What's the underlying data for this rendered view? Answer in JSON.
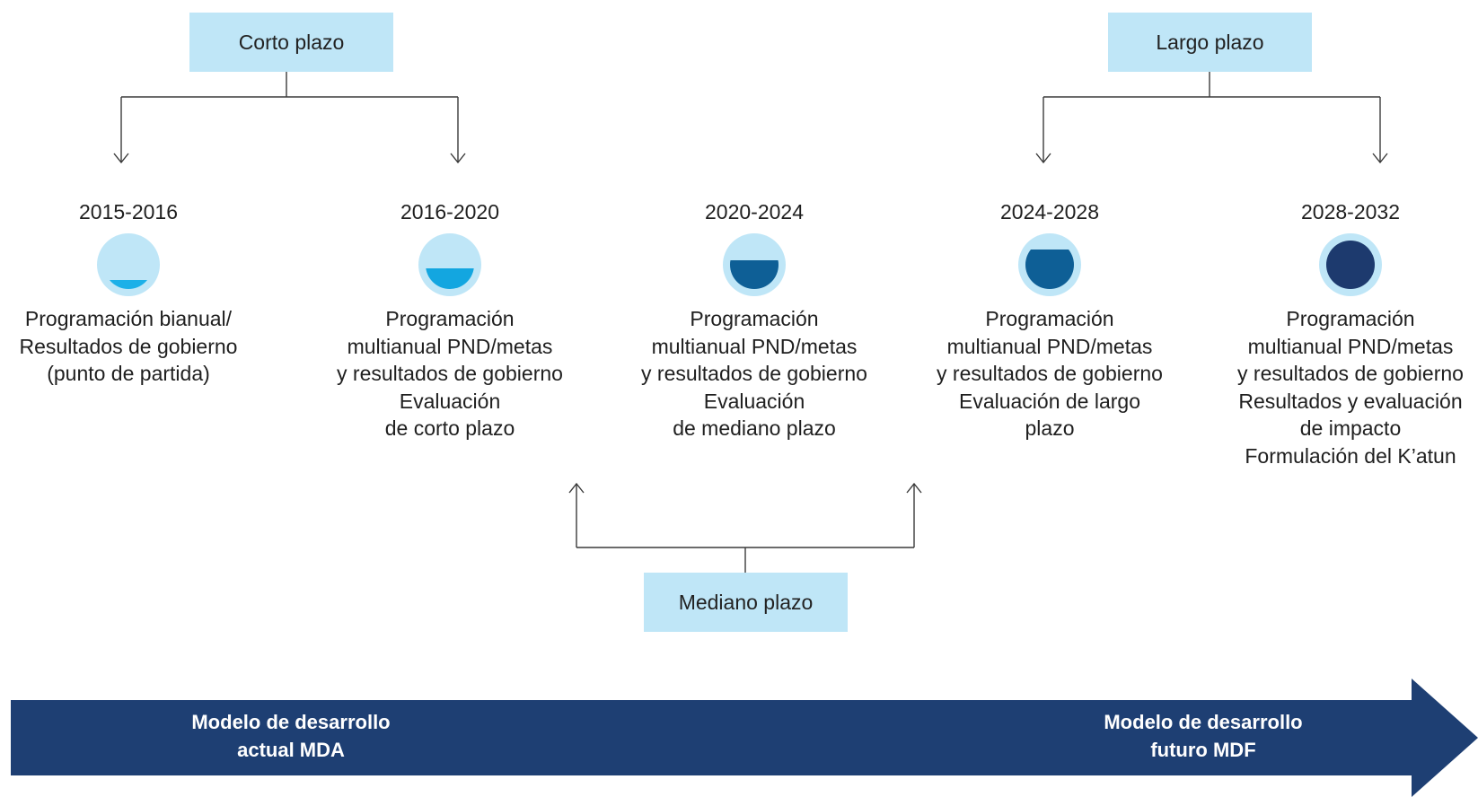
{
  "boxes": {
    "short_term": "Corto plazo",
    "long_term": "Largo plazo",
    "medium_term": "Mediano plazo"
  },
  "periods": [
    {
      "years": "2015-2016",
      "fill_fraction": 0.18,
      "fill_color": "#1cb0e8",
      "lines": [
        "Programación bianual/",
        "Resultados de gobierno",
        "(punto de partida)"
      ]
    },
    {
      "years": "2016-2020",
      "fill_fraction": 0.42,
      "fill_color": "#13a6e0",
      "lines": [
        "Programación",
        "multianual PND/metas",
        "y resultados de gobierno",
        "Evaluación",
        "de corto plazo"
      ]
    },
    {
      "years": "2020-2024",
      "fill_fraction": 0.6,
      "fill_color": "#0e5f96",
      "lines": [
        "Programación",
        "multianual PND/metas",
        "y resultados de gobierno",
        "Evaluación",
        "de mediano plazo"
      ]
    },
    {
      "years": "2024-2028",
      "fill_fraction": 0.82,
      "fill_color": "#0e5f96",
      "lines": [
        "Programación",
        "multianual PND/metas",
        "y resultados de gobierno",
        "Evaluación de largo",
        "plazo"
      ]
    },
    {
      "years": "2028-2032",
      "fill_fraction": 1.0,
      "fill_color": "#1d3a6e",
      "lines": [
        "Programación",
        "multianual PND/metas",
        "y resultados de gobierno",
        "Resultados y evaluación",
        "de impacto",
        "Formulación del K’atun"
      ]
    }
  ],
  "banner": {
    "color": "#1e3f73",
    "left_label_1": "Modelo de desarrollo",
    "left_label_2": "actual MDA",
    "right_label_1": "Modelo de desarrollo",
    "right_label_2": "futuro MDF"
  },
  "colors": {
    "box_bg": "#bfe6f7",
    "connector": "#3a3a3a"
  }
}
